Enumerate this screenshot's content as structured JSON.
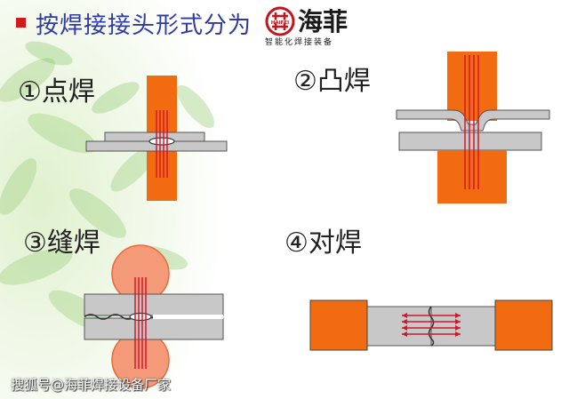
{
  "header": {
    "title": "按焊接接头形式分为",
    "logo_text": "海菲",
    "logo_latin": "HAIFEI",
    "logo_tagline": "智能化焊接装备"
  },
  "sections": [
    {
      "label": "①点焊"
    },
    {
      "label": "②凸焊"
    },
    {
      "label": "③缝焊"
    },
    {
      "label": "④对焊"
    }
  ],
  "watermark": "搜狐号@海菲焊接设备厂家",
  "colors": {
    "electrode": "#f26b10",
    "electrode_light": "#f59a78",
    "plate": "#c8c8c8",
    "plate_border": "#555555",
    "current": "#d0182a",
    "title": "#2f3aa6",
    "bullet": "#d21a1a"
  }
}
